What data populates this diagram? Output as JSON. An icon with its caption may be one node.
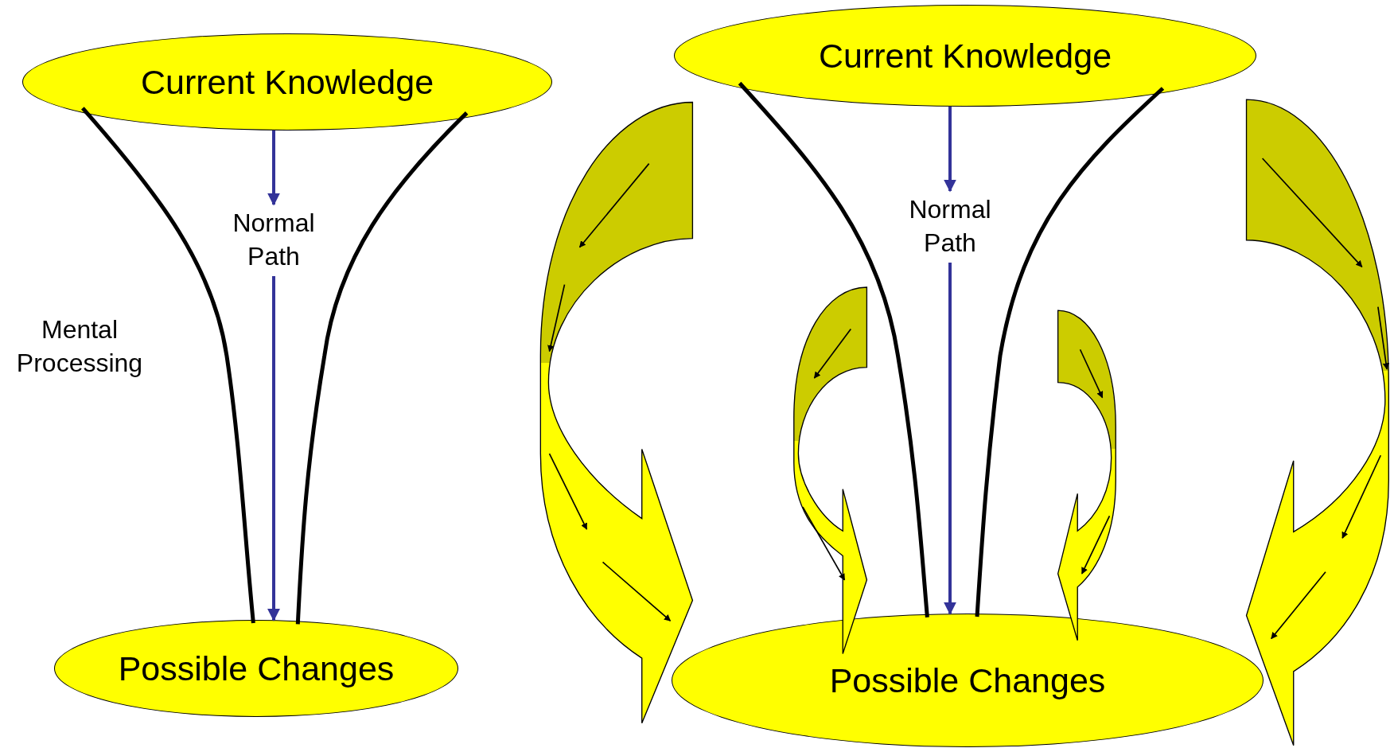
{
  "diagram": {
    "nodes": [
      {
        "text": [
          "Current Knowledge"
        ]
      },
      {
        "text": [
          "Normal Path"
        ]
      },
      {
        "text": [
          "Possible Changes"
        ]
      },
      {
        "text": [
          "Current Knowledge"
        ]
      },
      {
        "text": [
          "Normal Path"
        ]
      },
      {
        "text": [
          "Possible Changes"
        ]
      }
    ],
    "edges": [
      {
        "from": 0,
        "to": 1,
        "arrow": "to"
      },
      {
        "from": 1,
        "to": 2,
        "arrow": "to"
      },
      {
        "from": 3,
        "to": 4,
        "arrow": "to"
      },
      {
        "from": 4,
        "to": 5,
        "arrow": "to"
      },
      {
        "from": 0,
        "to": 2,
        "arrow": "none",
        "color": "#000000"
      },
      {
        "from": 0,
        "to": 2,
        "arrow": "none",
        "color": "#000000"
      },
      {
        "from": 3,
        "to": 5,
        "arrow": "none",
        "color": "#000000"
      },
      {
        "from": 3,
        "to": 5,
        "arrow": "none",
        "color": "#000000"
      }
    ],
    "labels": [
      "Mental Processing"
    ]
  }
}
